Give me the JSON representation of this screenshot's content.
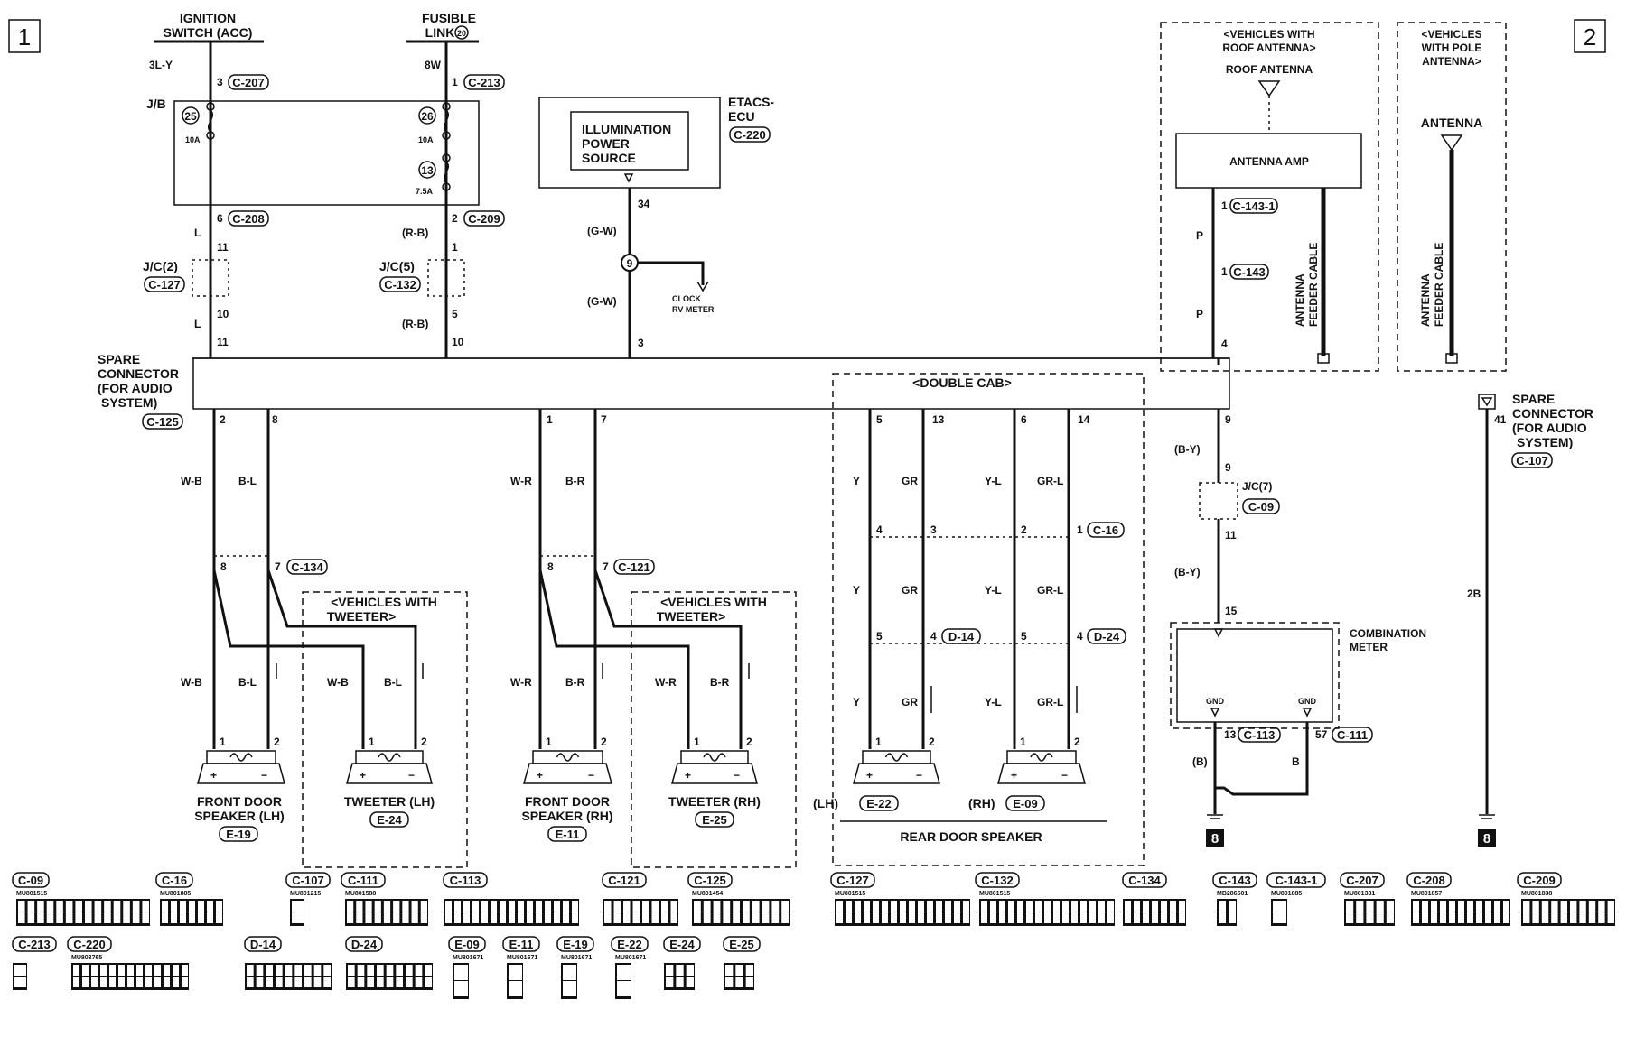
{
  "page_numbers": {
    "left": "1",
    "right": "2"
  },
  "sources": {
    "ignition": [
      "IGNITION",
      "SWITCH (ACC)"
    ],
    "fusible": [
      "FUSIBLE",
      "LINK"
    ],
    "fusible_num": "20",
    "ignition_wire": "3L-Y",
    "fusible_wire": "8W",
    "ignition_pin": "3",
    "fusible_pin": "1",
    "ignition_conn": "C-207",
    "fusible_conn": "C-213"
  },
  "junction_block": {
    "label": "J/B",
    "fuses": [
      {
        "num": "25",
        "rating": "10A"
      },
      {
        "num": "26",
        "rating": "10A"
      },
      {
        "num": "13",
        "rating": "7.5A"
      }
    ],
    "out_left_pin": "6",
    "out_left_conn": "C-208",
    "out_right_pin": "2",
    "out_right_conn": "C-209"
  },
  "etacs": {
    "title": [
      "ETACS-",
      "ECU"
    ],
    "conn": "C-220",
    "source": [
      "ILLUMINATION",
      "POWER",
      "SOURCE"
    ],
    "pin": "34",
    "wire": "(G-W)",
    "splice": "9",
    "branch": [
      "CLOCK",
      "RV METER"
    ],
    "spare_pin": "3"
  },
  "jc_left": {
    "label": "J/C(2)",
    "conn": "C-127",
    "pin_in": "11",
    "pin_out": "10",
    "wire": "L",
    "spare_pin": "11"
  },
  "jc_mid": {
    "label": "J/C(5)",
    "conn": "C-132",
    "pin_in": "1",
    "pin_out": "5",
    "wire": "(R-B)",
    "spare_pin": "10"
  },
  "spare_connector": {
    "label": [
      "SPARE",
      "CONNECTOR",
      "(FOR AUDIO",
      "SYSTEM)"
    ],
    "conn": "C-125",
    "pins": [
      "2",
      "8",
      "1",
      "7",
      "5",
      "13",
      "6",
      "14",
      "9",
      "4"
    ]
  },
  "double_cab": "<DOUBLE CAB>",
  "front_lh": {
    "wires": [
      "W-B",
      "B-L"
    ],
    "pins": [
      "8",
      "7"
    ],
    "conn": "C-134",
    "speaker": [
      "FRONT DOOR",
      "SPEAKER (LH)"
    ],
    "spk_conn": "E-19",
    "tweeter_box": [
      "<VEHICLES WITH",
      "TWEETER>"
    ],
    "tweeter": "TWEETER (LH)",
    "tw_conn": "E-24"
  },
  "front_rh": {
    "wires": [
      "W-R",
      "B-R"
    ],
    "pins": [
      "8",
      "7"
    ],
    "conn": "C-121",
    "speaker": [
      "FRONT DOOR",
      "SPEAKER (RH)"
    ],
    "spk_conn": "E-11",
    "tweeter_box": [
      "<VEHICLES WITH",
      "TWEETER>"
    ],
    "tweeter": "TWEETER (RH)",
    "tw_conn": "E-25"
  },
  "rear": {
    "wires": [
      "Y",
      "GR",
      "Y-L",
      "GR-L"
    ],
    "c16_pins": [
      "4",
      "3",
      "2",
      "1"
    ],
    "c16": "C-16",
    "d_pins": [
      "5",
      "4",
      "5",
      "4"
    ],
    "d14": "D-14",
    "d24": "D-24",
    "lh": "(LH)",
    "lh_conn": "E-22",
    "rh": "(RH)",
    "rh_conn": "E-09",
    "label": "REAR DOOR SPEAKER"
  },
  "speaker_pins": [
    "1",
    "2"
  ],
  "speaker_polarity": [
    "+",
    "−"
  ],
  "roof": {
    "box": [
      "<VEHICLES WITH",
      "ROOF ANTENNA>"
    ],
    "antenna": "ROOF ANTENNA",
    "amp": "ANTENNA AMP",
    "cable": [
      "ANTENNA",
      "FEEDER CABLE"
    ],
    "pins": [
      "1",
      "1",
      "4"
    ],
    "conns": [
      "C-143-1",
      "C-143"
    ],
    "wire": "P"
  },
  "pole": {
    "box": [
      "<VEHICLES",
      "WITH POLE",
      "ANTENNA>"
    ],
    "antenna": "ANTENNA",
    "cable": [
      "ANTENNA",
      "FEEDER CABLE"
    ]
  },
  "meter": {
    "wire": "(B-Y)",
    "pin_top": "9",
    "jc": "J/C(7)",
    "jc_conn": "C-09",
    "pin_jc_out": "11",
    "pin_in": "15",
    "label": [
      "COMBINATION",
      "METER"
    ],
    "gnd": "GND",
    "gnd_pins": [
      "13",
      "57"
    ],
    "gnd_conns": [
      "C-113",
      "C-111"
    ],
    "gnd_wires": [
      "(B)",
      "B"
    ],
    "ground": "8"
  },
  "spare2": {
    "label": [
      "SPARE",
      "CONNECTOR",
      "(FOR AUDIO",
      "SYSTEM)"
    ],
    "conn": "C-107",
    "pin": "41",
    "wire": "2B",
    "ground": "8"
  },
  "connectors": [
    {
      "id": "C-09",
      "part": "MU801515"
    },
    {
      "id": "C-16",
      "part": "MU801885"
    },
    {
      "id": "C-107",
      "part": "MU801215"
    },
    {
      "id": "C-111",
      "part": "MU801588"
    },
    {
      "id": "C-113",
      "part": ""
    },
    {
      "id": "C-121",
      "part": ""
    },
    {
      "id": "C-125",
      "part": "MU801454"
    },
    {
      "id": "C-127",
      "part": "MU801515"
    },
    {
      "id": "C-132",
      "part": "MU801515"
    },
    {
      "id": "C-134",
      "part": ""
    },
    {
      "id": "C-143",
      "part": "MB286501"
    },
    {
      "id": "C-143-1",
      "part": "MU801885"
    },
    {
      "id": "C-207",
      "part": "MU801331"
    },
    {
      "id": "C-208",
      "part": "MU801857"
    },
    {
      "id": "C-209",
      "part": "MU801838"
    },
    {
      "id": "C-213",
      "part": ""
    },
    {
      "id": "C-220",
      "part": "MU803765"
    },
    {
      "id": "D-14",
      "part": ""
    },
    {
      "id": "D-24",
      "part": ""
    },
    {
      "id": "E-09",
      "part": "MU801671"
    },
    {
      "id": "E-11",
      "part": "MU801671"
    },
    {
      "id": "E-19",
      "part": "MU801671"
    },
    {
      "id": "E-22",
      "part": "MU801671"
    },
    {
      "id": "E-24",
      "part": ""
    },
    {
      "id": "E-25",
      "part": ""
    }
  ]
}
